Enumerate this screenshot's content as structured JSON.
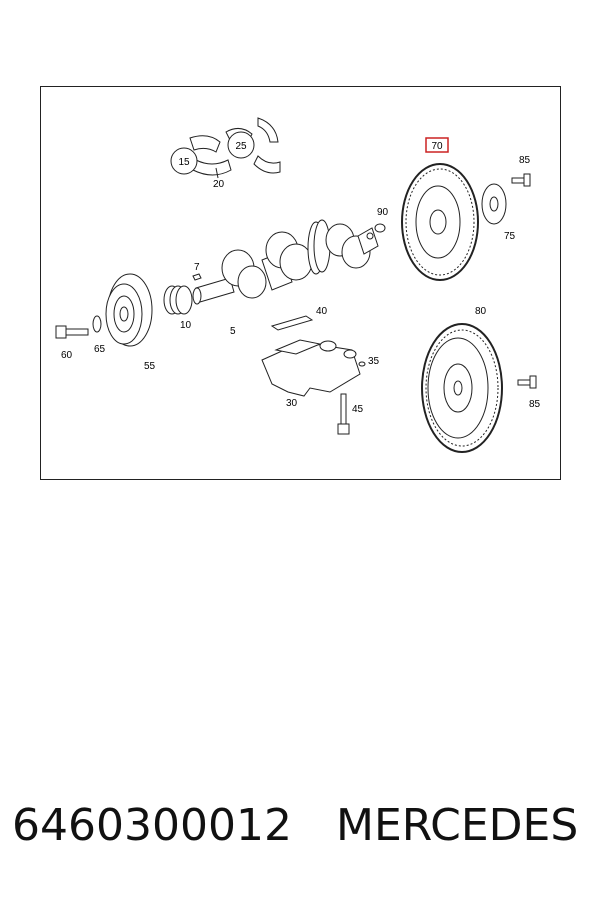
{
  "diagram": {
    "callouts": {
      "c5": "5",
      "c7": "7",
      "c10": "10",
      "c15": "15",
      "c20": "20",
      "c25": "25",
      "c30": "30",
      "c35": "35",
      "c40": "40",
      "c45": "45",
      "c55": "55",
      "c60": "60",
      "c65": "65",
      "c70": "70",
      "c75": "75",
      "c80": "80",
      "c85a": "85",
      "c85b": "85",
      "c90": "90"
    },
    "highlighted_callout": "70",
    "highlight_color": "#cc2222"
  },
  "caption": {
    "part_number": "6460300012",
    "brand": "MERCEDES"
  }
}
